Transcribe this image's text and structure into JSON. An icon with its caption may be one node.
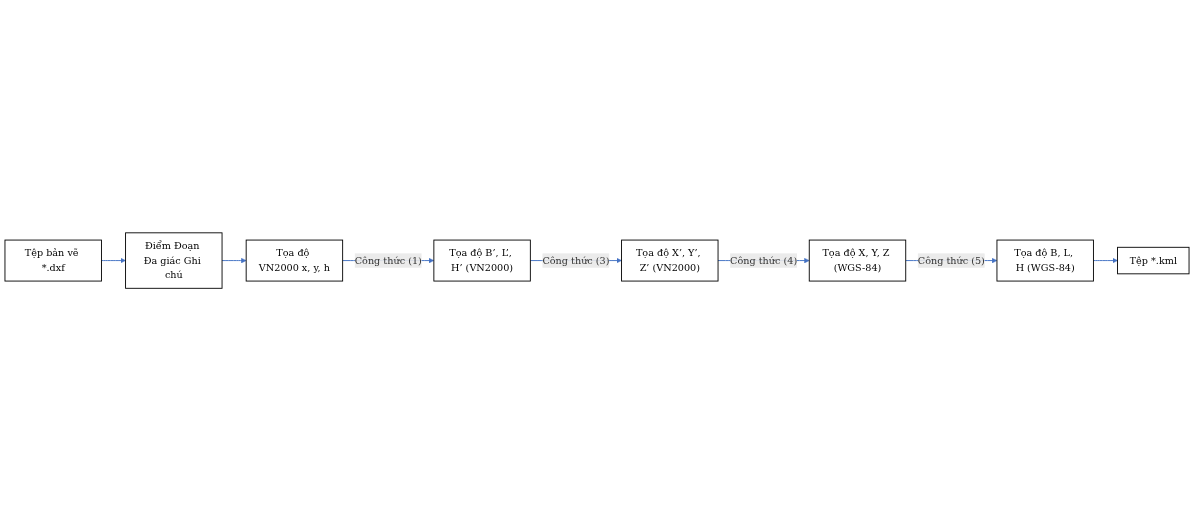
{
  "diagram": {
    "nodes": [
      {
        "text": [
          "Tệp bản vẽ *.dxf"
        ]
      },
      {
        "text": [
          "Điểm Đoạn Đa giác Ghi chú"
        ]
      },
      {
        "text": [
          "Tọa độ VN2000 x, y, h"
        ]
      },
      {
        "text": [
          "Tọa độ B’, L’, H’ (VN2000)"
        ]
      },
      {
        "text": [
          "Tệp *.kml"
        ]
      },
      {
        "text": [
          "Tọa độ B, L, H (WGS-84)"
        ]
      },
      {
        "text": [
          "Tọa độ X, Y, Z (WGS-84)"
        ]
      },
      {
        "text": [
          "Tọa độ X’, Y’, Z’ (VN2000)"
        ]
      }
    ],
    "edges": [
      {
        "from": 0,
        "to": 1,
        "arrow": "to"
      },
      {
        "from": 1,
        "to": 2,
        "arrow": "to"
      },
      {
        "from": 2,
        "to": 3,
        "arrow": "to",
        "label": "Công thức (1)"
      },
      {
        "from": 3,
        "to": 7,
        "arrow": "to",
        "label": "Công thức (3)"
      },
      {
        "from": 7,
        "to": 6,
        "arrow": "to",
        "label": "Công thức (4)"
      },
      {
        "from": 6,
        "to": 5,
        "arrow": "to",
        "label": "Công thức (5)"
      },
      {
        "from": 5,
        "to": 4,
        "arrow": "to"
      }
    ]
  }
}
